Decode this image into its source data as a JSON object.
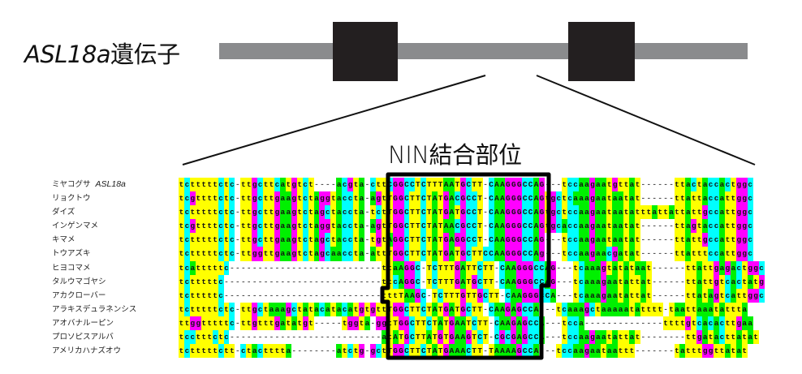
{
  "gene_label": {
    "italic": "ASL18a",
    "suffix": "遺伝子"
  },
  "site_label": "NIN結合部位",
  "colors": {
    "t": "#ffff00",
    "c": "#00ffff",
    "g": "#ff00ff",
    "a": "#00f000",
    "intron": "#8a8b8d",
    "exon": "#231f20"
  },
  "alignment": [
    {
      "name": "ミヤコグサ",
      "gene": "ASL18a",
      "seq": "tctttttctc-ttgcttcatgtct----acgta-cttCGGCCTCTTTAATGCTT-CAAGGGCCAG---tccaagaatgttat------ttactaccactggc"
    },
    {
      "name": "リョクトウ",
      "seq": "tcgttttctc-ttgcttgaagtctaggtaccta-agtTGGCTTCTATGACGCCT-CAAGGGCCAGtgctcaaagaataatat------ttattaccattggc"
    },
    {
      "name": "ダイズ",
      "seq": "tctttttctc-ttgcttgaagtctagctaccta-tctTGGCTTCTATGATGCCT-CAAGGGCCAGtgctccaagaataatatttattattattgccattggc"
    },
    {
      "name": "インゲンマメ",
      "seq": "tcgttttctc-ttgcttgaagtctaggtaccta-agtTGGCTTCTATAACGCCT-CAAGGGCCAGtgcaccaagaataatat------ttagtaccattggc"
    },
    {
      "name": "キマメ",
      "seq": "tctttttctc-ttgcttgaagtctagctaccta-tgtAGGCTTCTATGAGGCCT-CAAGGGCCAG---tccaagaataatat------ttattgccattggc"
    },
    {
      "name": "トウアズキ",
      "seq": "tctttttctc-ttggttgaagtctagcaaccta-attTGGCTTCTATGATGCTTCCAAGGGCCAg---tccaagaacgatat------ttatttccattggc"
    },
    {
      "name": "ヒヨコマメ",
      "seq": "tcatttttc---------------------------ttaAGGC-TCTTTGATTCTT-CAAGGGCCAG---tcaaagtatataat------ttattgagactggc"
    },
    {
      "name": "タルウマゴヤシ",
      "seq": "tctttttc----------------------------ttcAGGC-TCTTTGATGCTT-CAAGGGCCAG---tcaaagaatattat------ttattgtcactatg"
    },
    {
      "name": "アカクローバー",
      "seq": "tctttttc----------------------------tttTAAGC-TCTTTGTTGCTT-CAAGGGCCA---tcaaagaatattat------ttatagtcattggc"
    },
    {
      "name": "アラキスデュラネンシス",
      "seq": "tctttttctc-ttgctaaagctatacatacatgtgttTGGCTTCTATGATGCTT-CAAGAGCCA---tcaaagctaaaaatatttt-taattaaatattta"
    },
    {
      "name": "アオバナルーピン",
      "seq": "ttggtttttc-ttgtttgatatgt-----tggta-ggtTGGCTTCTATGAATCTT-CAAGAGCCA---tcca--------------ttttgtcacacttgaa"
    },
    {
      "name": "プロソピスアルバ",
      "seq": "tcctttctc---------------------------atATGCTTATGTGAAGTCT-CGCGAGCCA---tccaagaatattat--------ttgatacttatat"
    },
    {
      "name": "アメリカハナズオウ",
      "seq": "tctttttctt-ctactttta--------atctg-gctTGGCTTCTATGAAACTT-TAAAAGCCA---tccaagaataattt-------tatttggttatat"
    }
  ]
}
